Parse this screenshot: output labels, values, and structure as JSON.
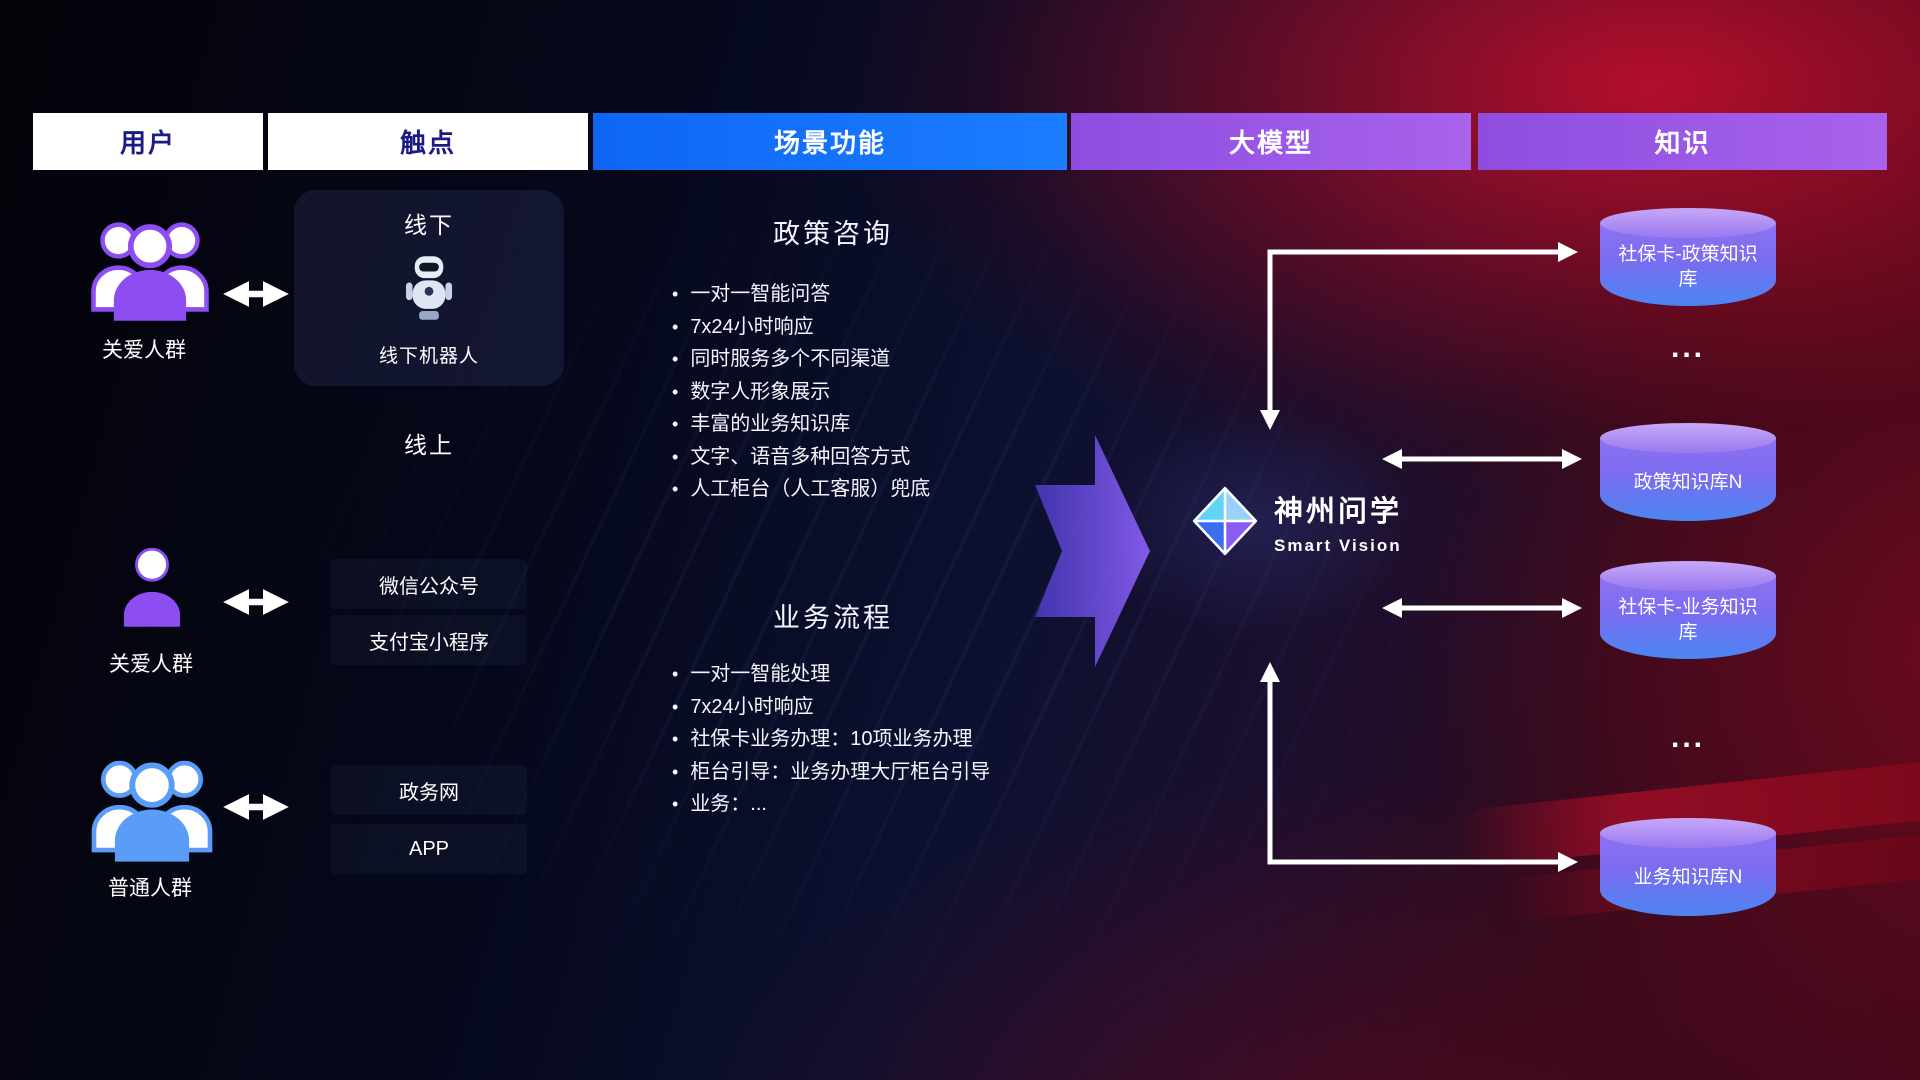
{
  "header": {
    "columns": [
      {
        "label": "用户"
      },
      {
        "label": "触点"
      },
      {
        "label": "场景功能"
      },
      {
        "label": "大模型"
      },
      {
        "label": "知识"
      }
    ]
  },
  "users": {
    "items": [
      {
        "label": "关爱人群"
      },
      {
        "label": "关爱人群"
      },
      {
        "label": "普通人群"
      }
    ]
  },
  "touchpoints": {
    "offline_title": "线下",
    "offline_robot_label": "线下机器人",
    "online_title": "线上",
    "channels": [
      {
        "label": "微信公众号"
      },
      {
        "label": "支付宝小程序"
      },
      {
        "label": "政务网"
      },
      {
        "label": "APP"
      }
    ]
  },
  "scenarios": {
    "policy": {
      "title": "政策咨询",
      "items": [
        "一对一智能问答",
        "7x24小时响应",
        "同时服务多个不同渠道",
        "数字人形象展示",
        "丰富的业务知识库",
        "文字、语音多种回答方式",
        "人工柜台（人工客服）兜底"
      ]
    },
    "business": {
      "title": "业务流程",
      "items": [
        "一对一智能处理",
        "7x24小时响应",
        "社保卡业务办理：10项业务办理",
        "柜台引导：业务办理大厅柜台引导",
        "业务：..."
      ]
    }
  },
  "model": {
    "name": "神州问学",
    "subtitle": "Smart Vision"
  },
  "knowledge": {
    "databases": [
      {
        "label": "社保卡-政策知识库"
      },
      {
        "label": "政策知识库N"
      },
      {
        "label": "社保卡-业务知识库"
      },
      {
        "label": "业务知识库N"
      }
    ],
    "ellipsis": "..."
  },
  "colors": {
    "scene_header_blue": "#1677ff",
    "model_header_purple": "#9b51e0",
    "header_text_dark": "#1b1b86",
    "purple_accent": "#8d4df0",
    "blue_accent": "#5b9cf6",
    "db_gradient_top": "#b79df5",
    "db_gradient_bottom": "#4b86f2",
    "connector_white": "#ffffff",
    "background_red": "#c30f2d"
  }
}
